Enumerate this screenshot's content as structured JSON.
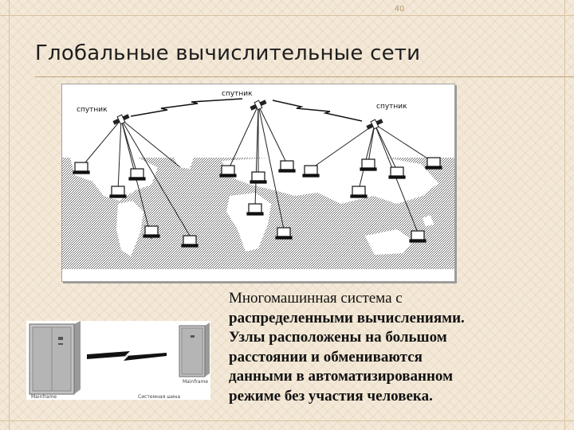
{
  "page": {
    "number": "40"
  },
  "title": "Глобальные вычислительные сети",
  "map": {
    "satellite_label": "спутник",
    "satellites": [
      {
        "label": "спутник"
      },
      {
        "label": "спутник"
      },
      {
        "label": "спутник"
      }
    ]
  },
  "hardware": {
    "left_label": "Mainframe",
    "right_label": "Mainframe",
    "caption": "Системная шина"
  },
  "description": {
    "lines": [
      {
        "text": "Многомашинная система с",
        "bold": false
      },
      {
        "text": "распределенными вычислениями.",
        "bold": true
      },
      {
        "text": "Узлы расположены на большом",
        "bold": true
      },
      {
        "text": "расстоянии и обмениваются",
        "bold": true
      },
      {
        "text": "данными в автоматизированном",
        "bold": true
      },
      {
        "text": "режиме без участия человека.",
        "bold": true
      }
    ]
  },
  "colors": {
    "background": "#f4e9d8",
    "frame": "#d8c3a3",
    "page_number": "#b99b72"
  }
}
